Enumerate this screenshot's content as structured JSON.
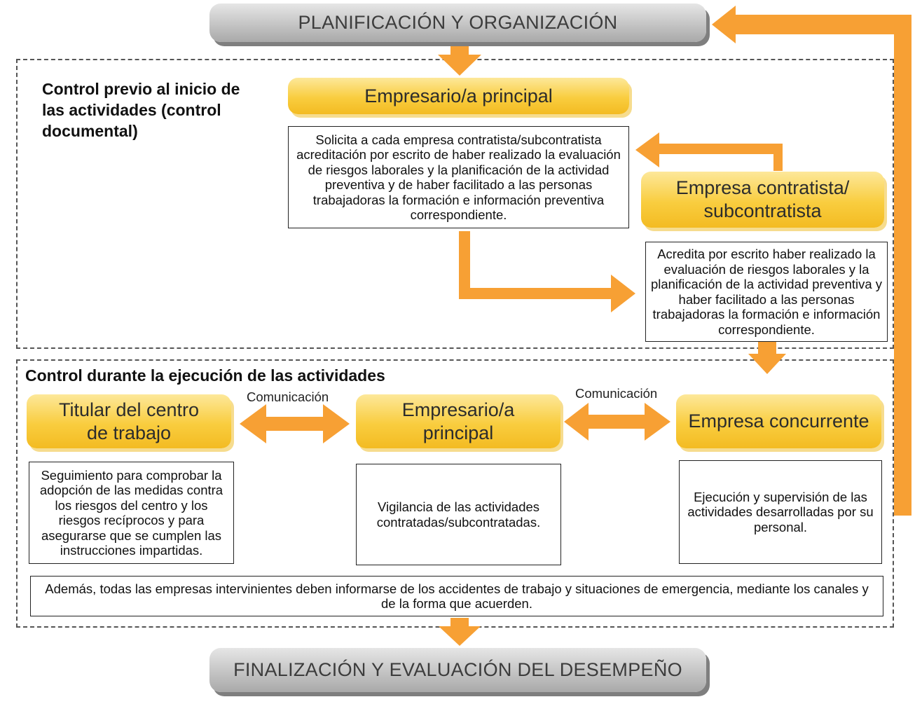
{
  "top_stage": "PLANIFICACIÓN Y ORGANIZACIÓN",
  "bottom_stage": "FINALIZACIÓN Y EVALUACIÓN DEL DESEMPEÑO",
  "section1": {
    "heading": "Control previo al inicio de las actividades (control documental)",
    "principal_label": "Empresario/a principal",
    "principal_text": "Solicita a cada empresa contratista/subcontratista acreditación por escrito de haber realizado la evaluación de riesgos laborales y la planificación de la actividad preventiva y de haber facilitado a las personas trabajadoras la formación e información preventiva correspondiente.",
    "contractor_label": "Empresa contratista/ subcontratista",
    "contractor_text": "Acredita por escrito haber realizado la evaluación de riesgos laborales y la planificación de la actividad preventiva y haber facilitado a las personas trabajadoras la formación e información correspondiente."
  },
  "section2": {
    "heading": "Control durante la ejecución de las actividades",
    "titular_label": "Titular del centro de trabajo",
    "titular_text": "Seguimiento para comprobar la adopción de las medidas contra los riesgos del centro y los riesgos recíprocos y para asegurarse que se cumplen las instrucciones impartidas.",
    "principal_label": "Empresario/a principal",
    "principal_text": "Vigilancia de las actividades contratadas/subcontratadas.",
    "concurrent_label": "Empresa concurrente",
    "concurrent_text": "Ejecución y supervisión de las actividades desarrolladas por su personal.",
    "comm_left": "Comunicación",
    "comm_right": "Comunicación",
    "note": "Además, todas las empresas intervinientes deben informarse de los accidentes de trabajo y situaciones de emergencia, mediante los canales y de la forma que acuerden."
  },
  "colors": {
    "arrow": "#f7a034",
    "pill_yellow": "#f9cd3f",
    "pill_grey": "#c4c4c4"
  }
}
